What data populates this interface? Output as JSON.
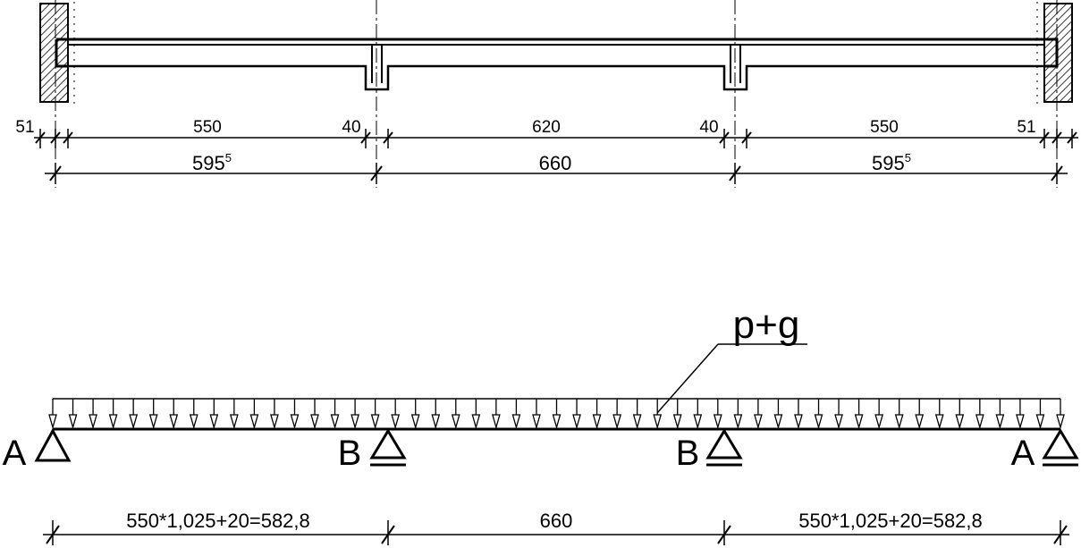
{
  "section": {
    "dims_row1": [
      "51",
      "550",
      "40",
      "620",
      "40",
      "550",
      "51"
    ],
    "dims_row2": [
      {
        "main": "595",
        "sup": "5"
      },
      {
        "main": "660",
        "sup": ""
      },
      {
        "main": "595",
        "sup": "5"
      }
    ]
  },
  "beam": {
    "load_label": "p+g",
    "support_labels": [
      "A",
      "B",
      "B",
      "A"
    ],
    "span_labels": [
      "550*1,025+20=582,8",
      "660",
      "550*1,025+20=582,8"
    ]
  },
  "colors": {
    "line": "#000000",
    "background": "#ffffff"
  }
}
